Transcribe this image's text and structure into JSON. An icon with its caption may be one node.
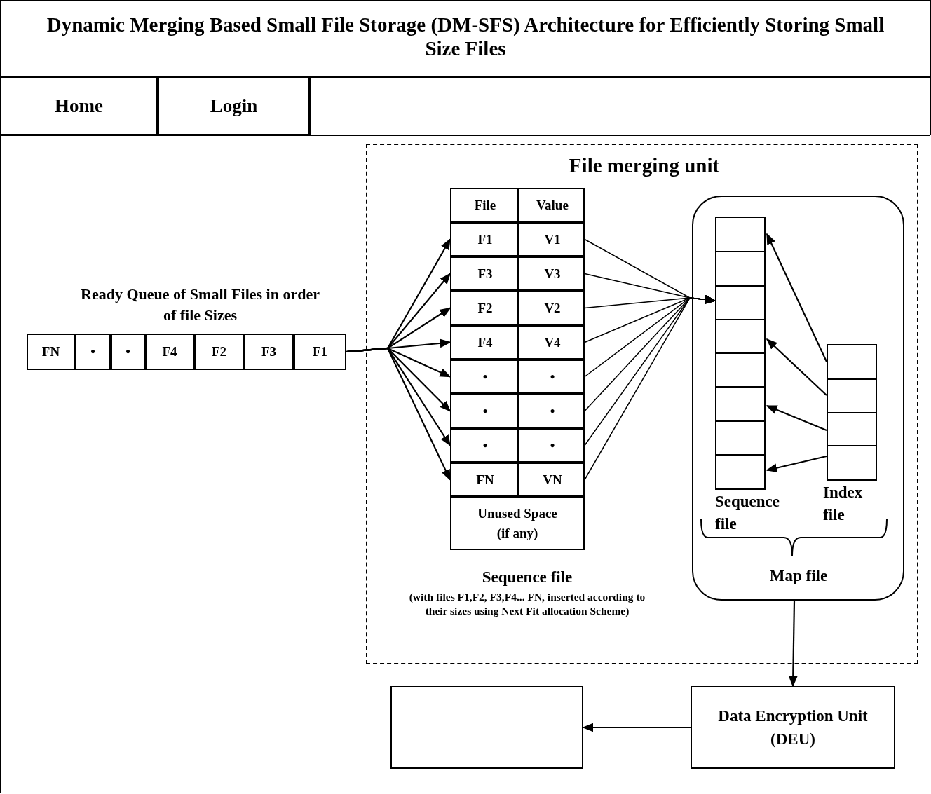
{
  "diagram": {
    "title": "Dynamic Merging Based Small File Storage (DM-SFS) Architecture for Efficiently Storing Small Size Files",
    "nodes": [
      {
        "text": [
          "Home"
        ]
      },
      {
        "text": [
          "Login"
        ]
      },
      {
        "text": [
          "File merging unit"
        ]
      },
      {
        "text": [
          "Sequence file",
          "(with files F1,F2, F3,F4... FN, inserted according to their sizes using Next Fit allocation Scheme)"
        ],
        "in": 2
      },
      {
        "text": [
          "File",
          "Value"
        ],
        "in": 3
      },
      {
        "text": [
          "F1",
          "V1"
        ],
        "in": 3
      },
      {
        "text": [
          "F3",
          "V3"
        ],
        "in": 3
      },
      {
        "text": [
          "F2",
          "V2"
        ],
        "in": 3
      },
      {
        "text": [
          "F4",
          "V4"
        ],
        "in": 3
      },
      {
        "text": [
          "•",
          "•"
        ],
        "in": 3
      },
      {
        "text": [
          "•",
          "•"
        ],
        "in": 3
      },
      {
        "text": [
          "•",
          "•"
        ],
        "in": 3
      },
      {
        "text": [
          "FN",
          "VN"
        ],
        "in": 3
      },
      {
        "text": [
          "Unused Space (if any)"
        ],
        "in": 3
      },
      {
        "text": [
          "Map file"
        ],
        "in": 2
      },
      {
        "text": [
          "Sequence file"
        ],
        "in": 14
      },
      {
        "text": [
          "Index file"
        ],
        "in": 14
      },
      {
        "text": [
          "Data Encryption Unit (DEU)"
        ]
      },
      {
        "text": [],
        "shape": "box"
      },
      {
        "text": [
          "Ready Queue of Small Files in order of file Sizes"
        ]
      },
      {
        "text": [
          "FN"
        ],
        "in": 19
      },
      {
        "text": [
          "•"
        ],
        "in": 19
      },
      {
        "text": [
          "•"
        ],
        "in": 19
      },
      {
        "text": [
          "F4"
        ],
        "in": 19
      },
      {
        "text": [
          "F2"
        ],
        "in": 19
      },
      {
        "text": [
          "F3"
        ],
        "in": 19
      },
      {
        "text": [
          "F1"
        ],
        "in": 19
      }
    ],
    "edges": [
      {
        "from": 14,
        "to": 17,
        "arrow": "to"
      },
      {
        "from": 17,
        "to": 18,
        "arrow": "to"
      },
      {
        "from": 26,
        "to": 5,
        "arrow": "to"
      },
      {
        "from": 26,
        "to": 6,
        "arrow": "to"
      },
      {
        "from": 26,
        "to": 7,
        "arrow": "to"
      },
      {
        "from": 26,
        "to": 8,
        "arrow": "to"
      },
      {
        "from": 26,
        "to": 9,
        "arrow": "to"
      },
      {
        "from": 26,
        "to": 10,
        "arrow": "to"
      },
      {
        "from": 26,
        "to": 11,
        "arrow": "to"
      },
      {
        "from": 26,
        "to": 12,
        "arrow": "to"
      },
      {
        "from": 5,
        "to": 15,
        "arrow": "to"
      },
      {
        "from": 6,
        "to": 15,
        "arrow": "to"
      },
      {
        "from": 7,
        "to": 15,
        "arrow": "to"
      },
      {
        "from": 8,
        "to": 15,
        "arrow": "to"
      },
      {
        "from": 9,
        "to": 15,
        "arrow": "to"
      },
      {
        "from": 10,
        "to": 15,
        "arrow": "to"
      },
      {
        "from": 11,
        "to": 15,
        "arrow": "to"
      },
      {
        "from": 12,
        "to": 15,
        "arrow": "to"
      },
      {
        "from": 16,
        "to": 15,
        "arrow": "to"
      },
      {
        "from": 16,
        "to": 15,
        "arrow": "to"
      },
      {
        "from": 16,
        "to": 15,
        "arrow": "to"
      },
      {
        "from": 16,
        "to": 15,
        "arrow": "to"
      }
    ]
  }
}
